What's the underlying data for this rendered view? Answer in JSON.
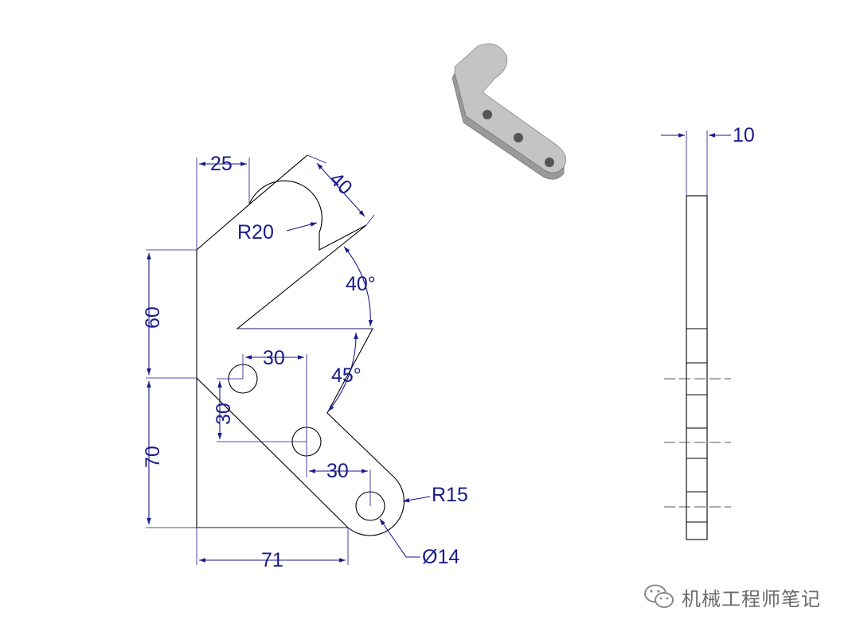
{
  "colors": {
    "dimension": "#1a1a8c",
    "object": "#000000",
    "watermark": "#6b6b6b",
    "iso_body": "#b8b8b8"
  },
  "front_view": {
    "dim_25": "25",
    "dim_40": "40",
    "dim_r20": "R20",
    "dim_60": "60",
    "dim_40deg": "40°",
    "dim_30_top": "30",
    "dim_45deg": "45°",
    "dim_30_vert": "30",
    "dim_70": "70",
    "dim_30_lower": "30",
    "dim_r15": "R15",
    "dim_71": "71",
    "dim_dia14": "Ø14"
  },
  "side_view": {
    "dim_10": "10"
  },
  "watermark": {
    "text": "机械工程师笔记",
    "icon": "wechat-icon"
  }
}
